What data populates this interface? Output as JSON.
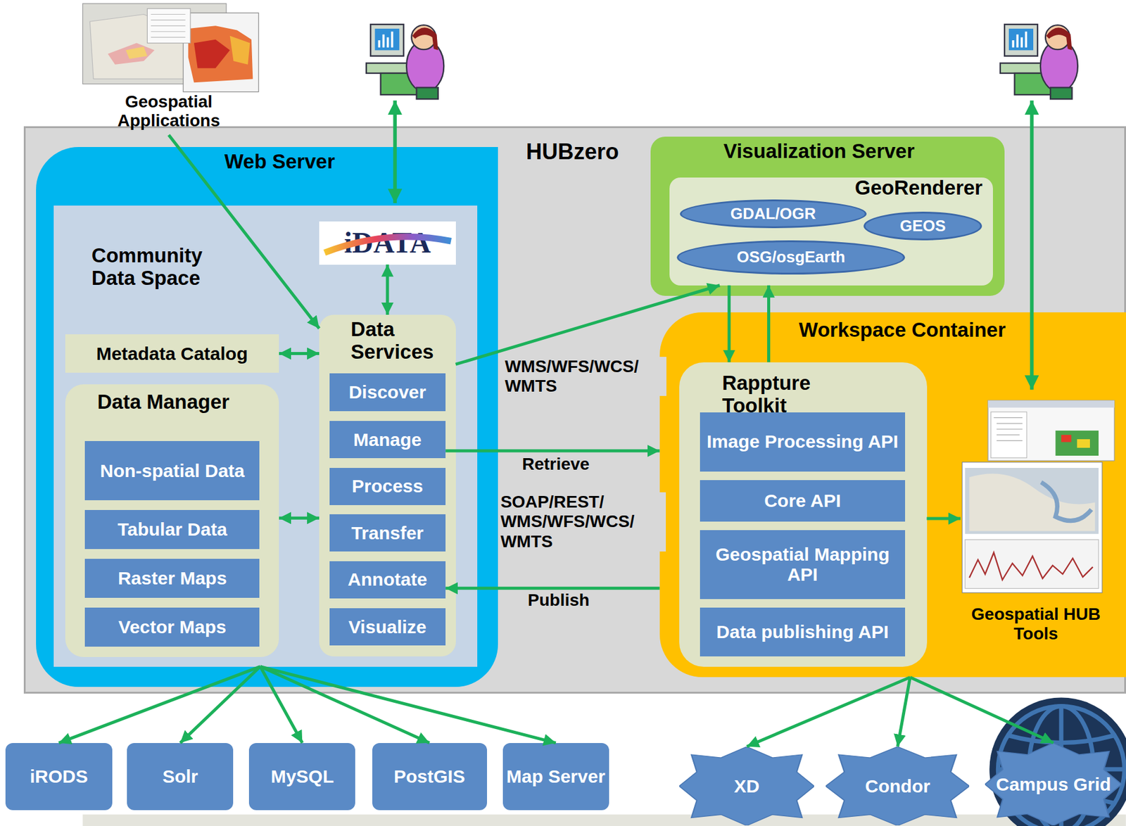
{
  "diagram": {
    "nodes": [
      {
        "text": [
          "Geospatial Applications"
        ]
      },
      {
        "text": [
          "HUBzero"
        ]
      },
      {
        "text": [
          "Web Server"
        ],
        "in": 1
      },
      {
        "text": [
          "Community Data Space"
        ],
        "in": 2
      },
      {
        "text": [
          "iDATA"
        ],
        "in": 3
      },
      {
        "text": [
          "Metadata Catalog"
        ],
        "in": 3
      },
      {
        "text": [
          "Data Manager"
        ],
        "in": 3
      },
      {
        "text": [
          "Non-spatial Data"
        ],
        "in": 6
      },
      {
        "text": [
          "Tabular Data"
        ],
        "in": 6
      },
      {
        "text": [
          "Raster Maps"
        ],
        "in": 6
      },
      {
        "text": [
          "Vector Maps"
        ],
        "in": 6
      },
      {
        "text": [
          "Data Services"
        ],
        "in": 3
      },
      {
        "text": [
          "Discover"
        ],
        "in": 11
      },
      {
        "text": [
          "Manage"
        ],
        "in": 11
      },
      {
        "text": [
          "Process"
        ],
        "in": 11
      },
      {
        "text": [
          "Transfer"
        ],
        "in": 11
      },
      {
        "text": [
          "Annotate"
        ],
        "in": 11
      },
      {
        "text": [
          "Visualize"
        ],
        "in": 11
      },
      {
        "text": [
          "Visualization Server"
        ],
        "in": 1
      },
      {
        "text": [
          "GeoRenderer"
        ],
        "in": 18
      },
      {
        "text": [
          "GDAL/OGR"
        ],
        "in": 19
      },
      {
        "text": [
          "GEOS"
        ],
        "in": 19
      },
      {
        "text": [
          "OSG/osgEarth"
        ],
        "in": 19
      },
      {
        "text": [
          "Workspace Container"
        ],
        "in": 1
      },
      {
        "text": [
          "Rappture Toolkit"
        ],
        "in": 23
      },
      {
        "text": [
          "Image Processing API"
        ],
        "in": 24
      },
      {
        "text": [
          "Core API"
        ],
        "in": 24
      },
      {
        "text": [
          "Geospatial Mapping API"
        ],
        "in": 24
      },
      {
        "text": [
          "Data publishing API"
        ],
        "in": 24
      },
      {
        "text": [
          "Geospatial HUB Tools"
        ],
        "in": 23
      },
      {
        "text": [
          "iRODS"
        ]
      },
      {
        "text": [
          "Solr"
        ]
      },
      {
        "text": [
          "MySQL"
        ]
      },
      {
        "text": [
          "PostGIS"
        ]
      },
      {
        "text": [
          "Map Server"
        ]
      },
      {
        "text": [
          "XD"
        ]
      },
      {
        "text": [
          "Condor"
        ]
      },
      {
        "text": [
          "Campus Grid"
        ]
      }
    ],
    "edges": [
      {
        "from": 0,
        "to": 11,
        "arrow": "to"
      },
      {
        "from": 4,
        "to": 11,
        "arrow": "both"
      },
      {
        "from": 5,
        "to": 11,
        "arrow": "both"
      },
      {
        "from": 6,
        "to": 11,
        "arrow": "both"
      },
      {
        "from": 11,
        "to": 19,
        "label": "WMS/WFS/WCS/ WMTS",
        "arrow": "to"
      },
      {
        "from": 13,
        "to": 23,
        "label": "Retrieve",
        "arrow": "to"
      },
      {
        "from": 23,
        "to": 16,
        "label": "Publish",
        "arrow": "to"
      },
      {
        "from": 19,
        "to": 24,
        "arrow": "to"
      },
      {
        "from": 24,
        "to": 19,
        "arrow": "to"
      },
      {
        "from": 24,
        "to": 29,
        "arrow": "to"
      },
      {
        "from": 3,
        "to": 30,
        "arrow": "to"
      },
      {
        "from": 3,
        "to": 31,
        "arrow": "to"
      },
      {
        "from": 3,
        "to": 32,
        "arrow": "to"
      },
      {
        "from": 3,
        "to": 33,
        "arrow": "to"
      },
      {
        "from": 3,
        "to": 34,
        "arrow": "to"
      },
      {
        "from": 23,
        "to": 35,
        "arrow": "to"
      },
      {
        "from": 23,
        "to": 36,
        "arrow": "to"
      },
      {
        "from": 23,
        "to": 37,
        "arrow": "to"
      }
    ],
    "labels": [
      "SOAP/REST/ WMS/WFS/WCS/ WMTS"
    ]
  }
}
